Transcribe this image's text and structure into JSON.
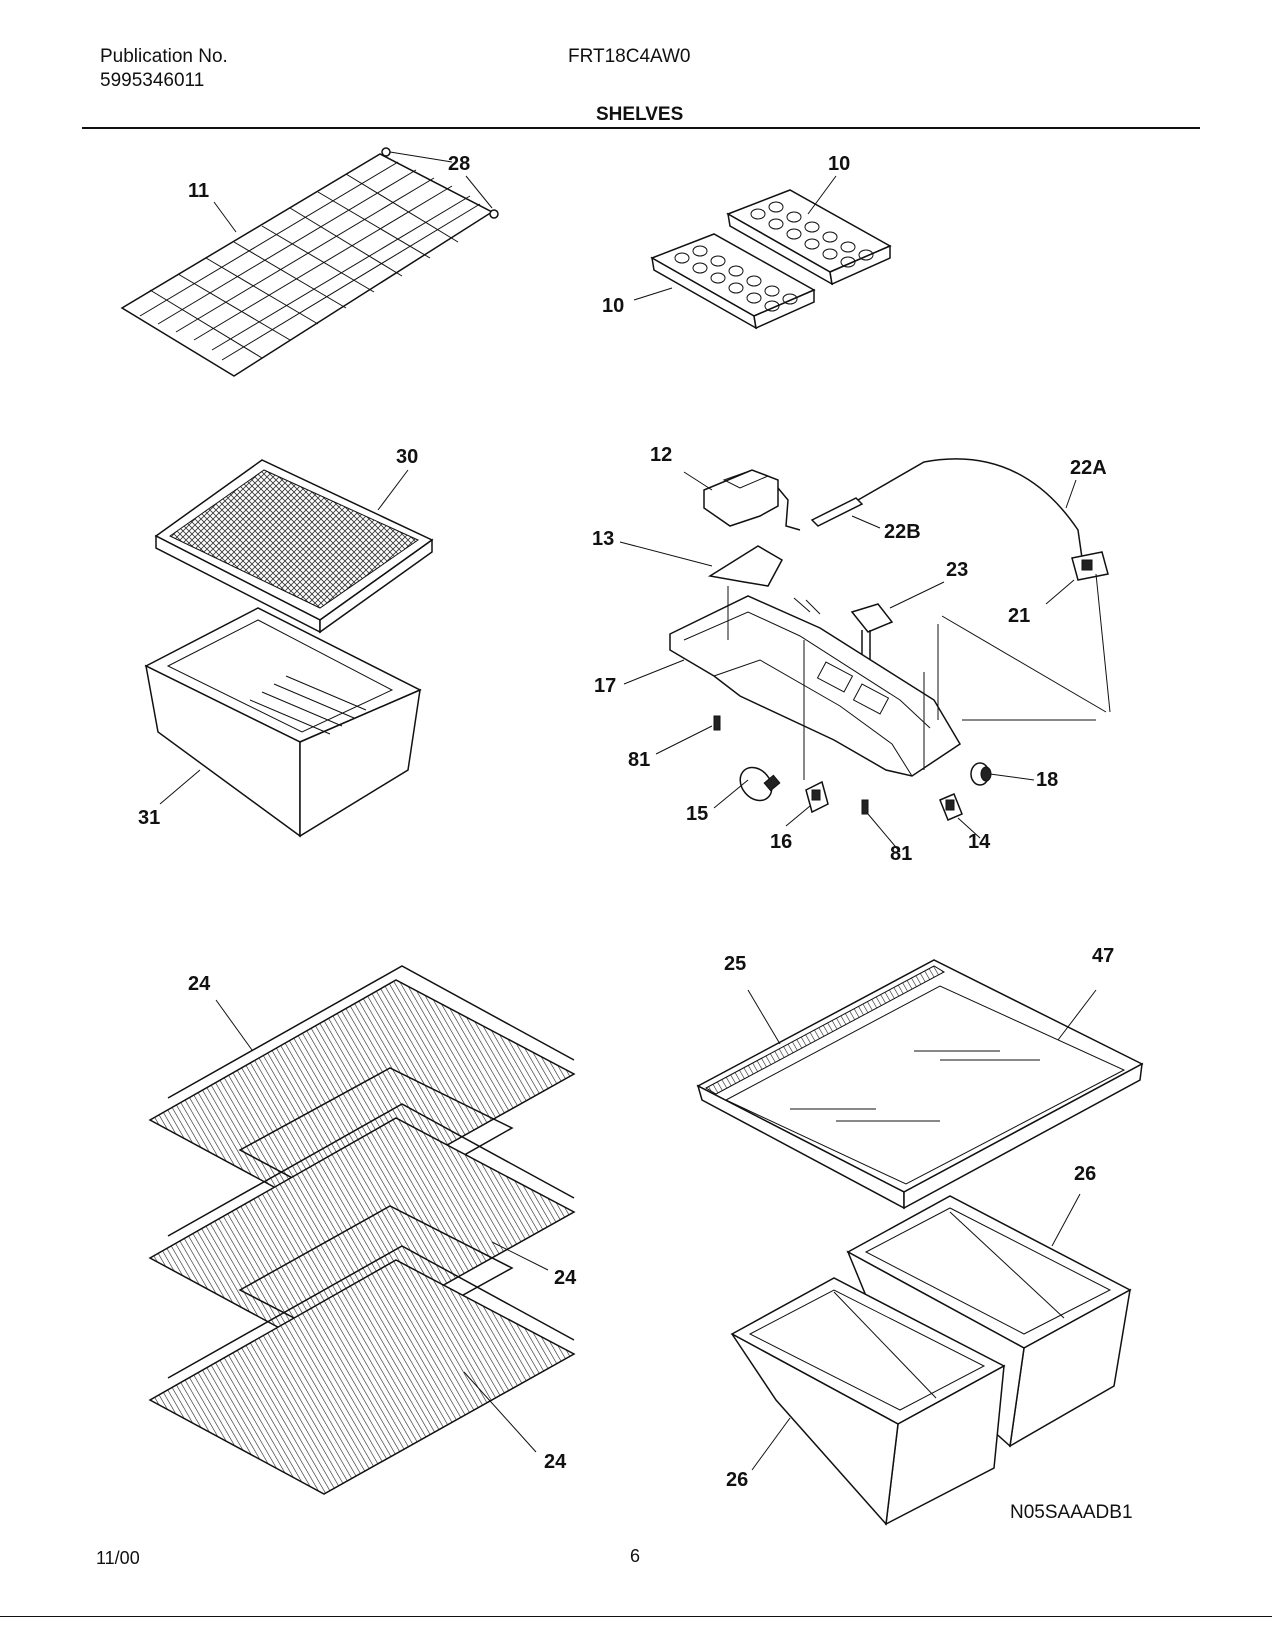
{
  "header": {
    "publication_label": "Publication No.",
    "publication_number": "5995346011",
    "model_number": "FRT18C4AW0",
    "section_title": "SHELVES"
  },
  "callouts": {
    "c28": "28",
    "c11": "11",
    "c10a": "10",
    "c10b": "10",
    "c30": "30",
    "c31": "31",
    "c12": "12",
    "c22a": "22A",
    "c13": "13",
    "c22b": "22B",
    "c23": "23",
    "c21": "21",
    "c17": "17",
    "c81a": "81",
    "c18": "18",
    "c15": "15",
    "c16": "16",
    "c81b": "81",
    "c14": "14",
    "c24a": "24",
    "c24b": "24",
    "c24c": "24",
    "c25": "25",
    "c47": "47",
    "c26a": "26",
    "c26b": "26"
  },
  "drawing_code": "N05SAAADB1",
  "footer": {
    "date": "11/00",
    "page": "6"
  }
}
